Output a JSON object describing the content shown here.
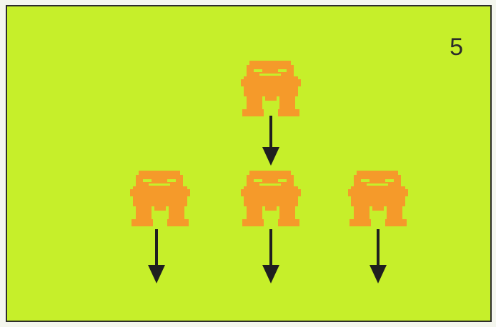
{
  "panel_number": "5",
  "colors": {
    "background": "#c6ef2a",
    "sprite": "#f59a2a",
    "arrow": "#1f1f1f",
    "border": "#2d2d2a"
  },
  "sprites": [
    {
      "name": "robot-sprite-top",
      "icon": "robot-icon"
    },
    {
      "name": "robot-sprite-left",
      "icon": "robot-icon"
    },
    {
      "name": "robot-sprite-middle",
      "icon": "robot-icon"
    },
    {
      "name": "robot-sprite-right",
      "icon": "robot-icon"
    }
  ],
  "arrows": [
    {
      "name": "arrow-down-top",
      "icon": "arrow-down-icon"
    },
    {
      "name": "arrow-down-left",
      "icon": "arrow-down-icon"
    },
    {
      "name": "arrow-down-middle",
      "icon": "arrow-down-icon"
    },
    {
      "name": "arrow-down-right",
      "icon": "arrow-down-icon"
    }
  ]
}
